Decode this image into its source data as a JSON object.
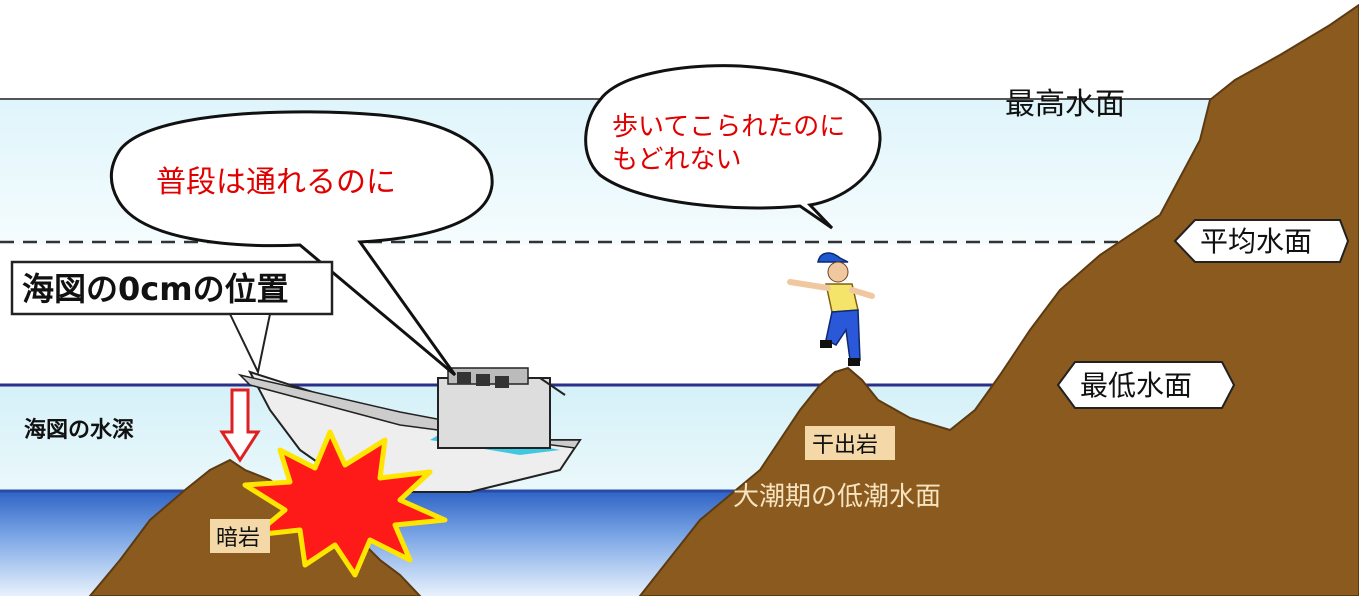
{
  "labels": {
    "highest_water": "最高水面",
    "mean_water": "平均水面",
    "lowest_water": "最低水面",
    "chart_zero": "海図の0cmの位置",
    "chart_depth": "海図の水深",
    "sunken_rock": "暗岩",
    "drying_rock": "干出岩",
    "spring_low_tide": "大潮期の低潮水面"
  },
  "speech": {
    "boat": "普段は通れるのに",
    "person_line1": "歩いてこられたのに",
    "person_line2": "もどれない"
  },
  "colors": {
    "rock": "#8b5a1e",
    "sea_top": "#cfeff7",
    "sea_deep": "#2a5fc4",
    "speech_text": "#e00000",
    "explosion": "#ff1a1a"
  }
}
